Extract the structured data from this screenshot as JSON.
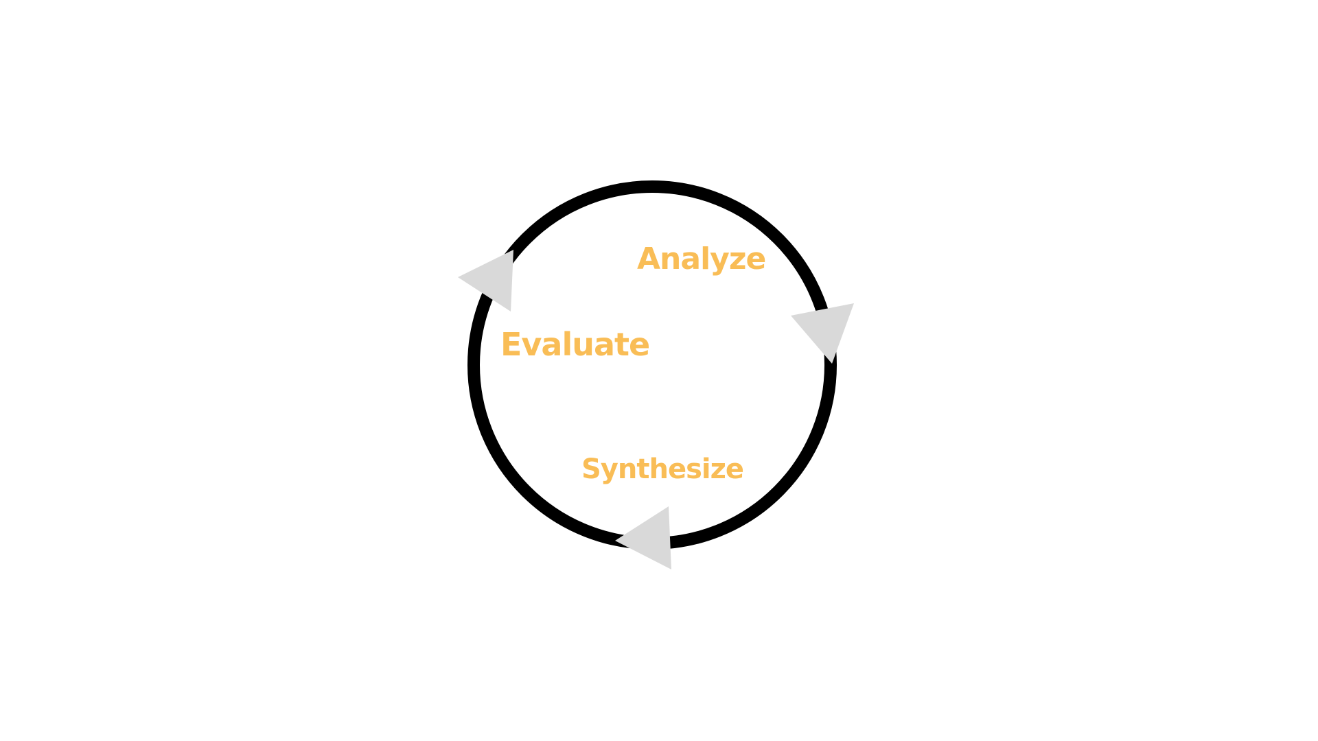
{
  "diagram": {
    "type": "cycle",
    "labels": {
      "analyze": "Analyze",
      "evaluate": "Evaluate",
      "synthesize": "Synthesize"
    },
    "colors": {
      "ring": "#000000",
      "arrow": "#d9d9d9",
      "label": "#f9bd56",
      "background": "#ffffff"
    },
    "icons": {
      "ring": "cycle-ring",
      "arrow": "arrowhead-triangle"
    }
  }
}
